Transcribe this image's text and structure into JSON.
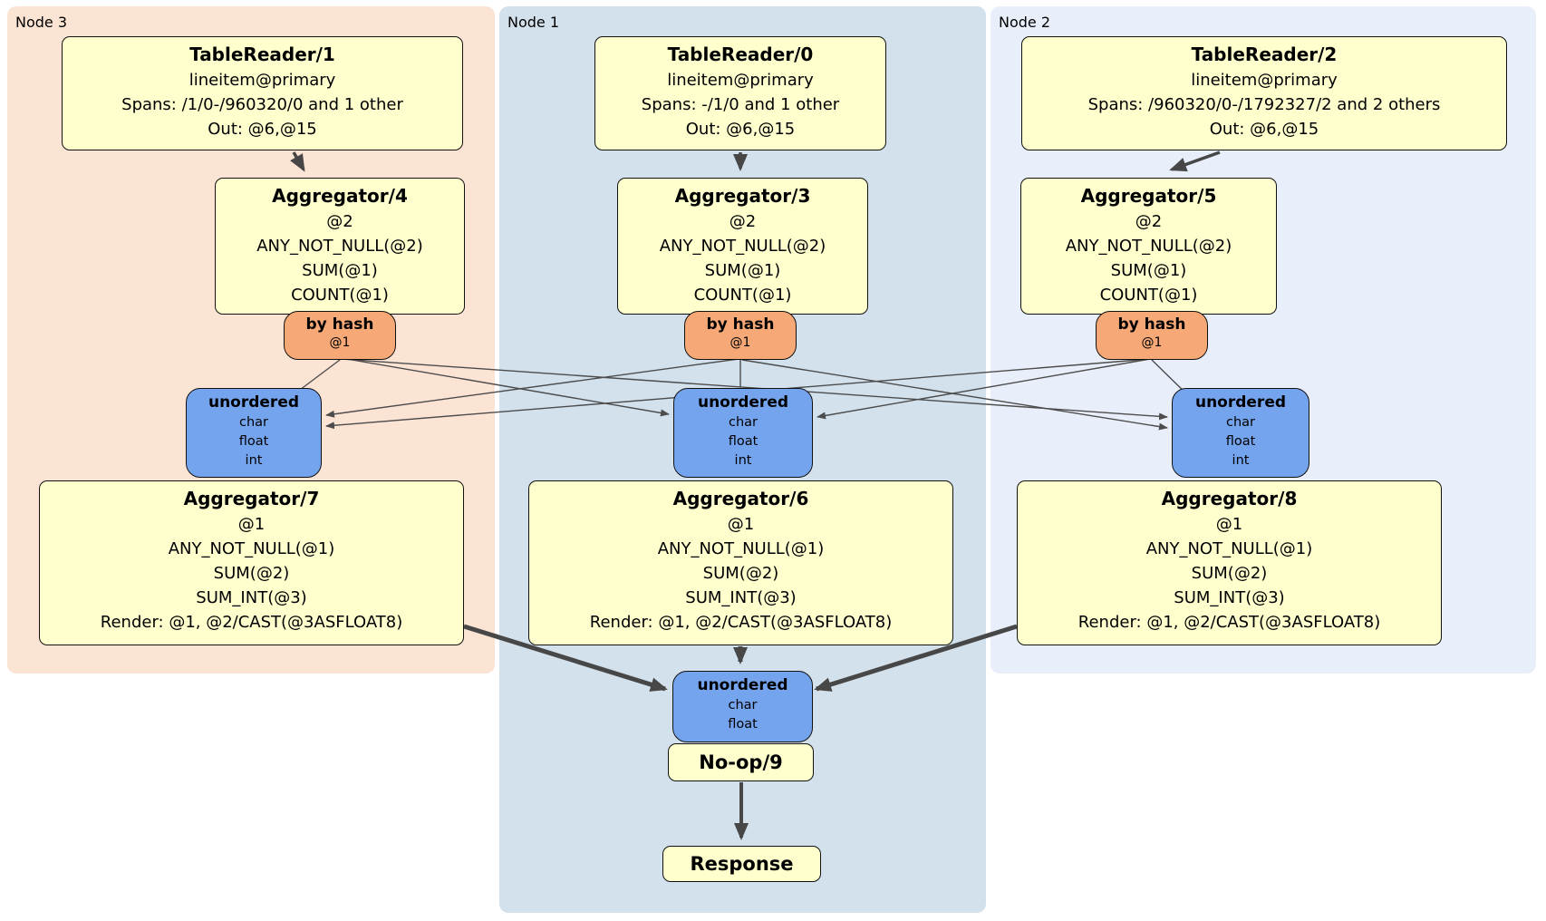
{
  "nodes": [
    {
      "label": "Node 3",
      "table_reader": {
        "title": "TableReader/1",
        "index": "lineitem@primary",
        "spans": "Spans: /1/0-/960320/0 and 1 other",
        "out": "Out: @6,@15"
      },
      "aggregator_top": {
        "title": "Aggregator/4",
        "lines": [
          "@2",
          "ANY_NOT_NULL(@2)",
          "SUM(@1)",
          "COUNT(@1)"
        ]
      },
      "router": {
        "title": "by hash",
        "detail": "@1"
      },
      "sync": {
        "title": "unordered",
        "lines": [
          "char",
          "float",
          "int"
        ]
      },
      "aggregator_bottom": {
        "title": "Aggregator/7",
        "lines": [
          "@1",
          "ANY_NOT_NULL(@1)",
          "SUM(@2)",
          "SUM_INT(@3)",
          "Render: @1, @2/CAST(@3ASFLOAT8)"
        ]
      }
    },
    {
      "label": "Node 1",
      "table_reader": {
        "title": "TableReader/0",
        "index": "lineitem@primary",
        "spans": "Spans: -/1/0 and 1 other",
        "out": "Out: @6,@15"
      },
      "aggregator_top": {
        "title": "Aggregator/3",
        "lines": [
          "@2",
          "ANY_NOT_NULL(@2)",
          "SUM(@1)",
          "COUNT(@1)"
        ]
      },
      "router": {
        "title": "by hash",
        "detail": "@1"
      },
      "sync": {
        "title": "unordered",
        "lines": [
          "char",
          "float",
          "int"
        ]
      },
      "aggregator_bottom": {
        "title": "Aggregator/6",
        "lines": [
          "@1",
          "ANY_NOT_NULL(@1)",
          "SUM(@2)",
          "SUM_INT(@3)",
          "Render: @1, @2/CAST(@3ASFLOAT8)"
        ]
      }
    },
    {
      "label": "Node 2",
      "table_reader": {
        "title": "TableReader/2",
        "index": "lineitem@primary",
        "spans": "Spans: /960320/0-/1792327/2 and 2 others",
        "out": "Out: @6,@15"
      },
      "aggregator_top": {
        "title": "Aggregator/5",
        "lines": [
          "@2",
          "ANY_NOT_NULL(@2)",
          "SUM(@1)",
          "COUNT(@1)"
        ]
      },
      "router": {
        "title": "by hash",
        "detail": "@1"
      },
      "sync": {
        "title": "unordered",
        "lines": [
          "char",
          "float",
          "int"
        ]
      },
      "aggregator_bottom": {
        "title": "Aggregator/8",
        "lines": [
          "@1",
          "ANY_NOT_NULL(@1)",
          "SUM(@2)",
          "SUM_INT(@3)",
          "Render: @1, @2/CAST(@3ASFLOAT8)"
        ]
      }
    }
  ],
  "final": {
    "sync": {
      "title": "unordered",
      "lines": [
        "char",
        "float"
      ]
    },
    "noop_label": "No-op/9",
    "response_label": "Response"
  },
  "colors": {
    "node3_bg": "#fce4d4",
    "node1_bg": "#d3e1ec",
    "node2_bg": "#e9effa",
    "box_fill": "#ffffce",
    "router_fill": "#f6a977",
    "sync_fill": "#75a4ee",
    "edge": "#4c4c4c"
  }
}
